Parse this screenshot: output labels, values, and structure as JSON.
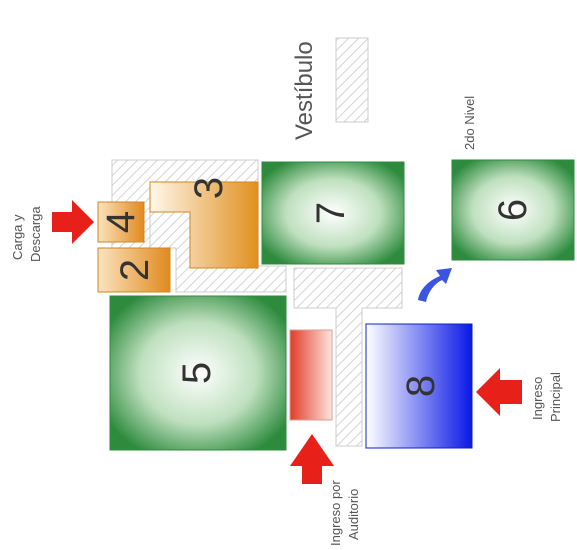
{
  "title": "Vestíbulo",
  "labels": {
    "carga": [
      "Carga y",
      "Descarga"
    ],
    "nivel": "2do Nivel",
    "ingreso_principal": [
      "Ingreso",
      "Principal"
    ],
    "ingreso_auditorio": [
      "Ingreso por",
      "Auditorio"
    ]
  },
  "blocks": {
    "b2": "2",
    "b3": "3",
    "b4": "4",
    "b5": "5",
    "b6": "6",
    "b7": "7",
    "b8": "8"
  },
  "colors": {
    "green_edge": "#2e8b3e",
    "green_center": "#ffffff",
    "orange_edge": "#e08a1e",
    "orange_light": "#fff4e0",
    "blue_edge": "#1020e0",
    "red_edge": "#e23b2a",
    "arrow_red": "#e8201a",
    "arrow_blue": "#3a55e0",
    "hatch": "#d8d8d8"
  }
}
